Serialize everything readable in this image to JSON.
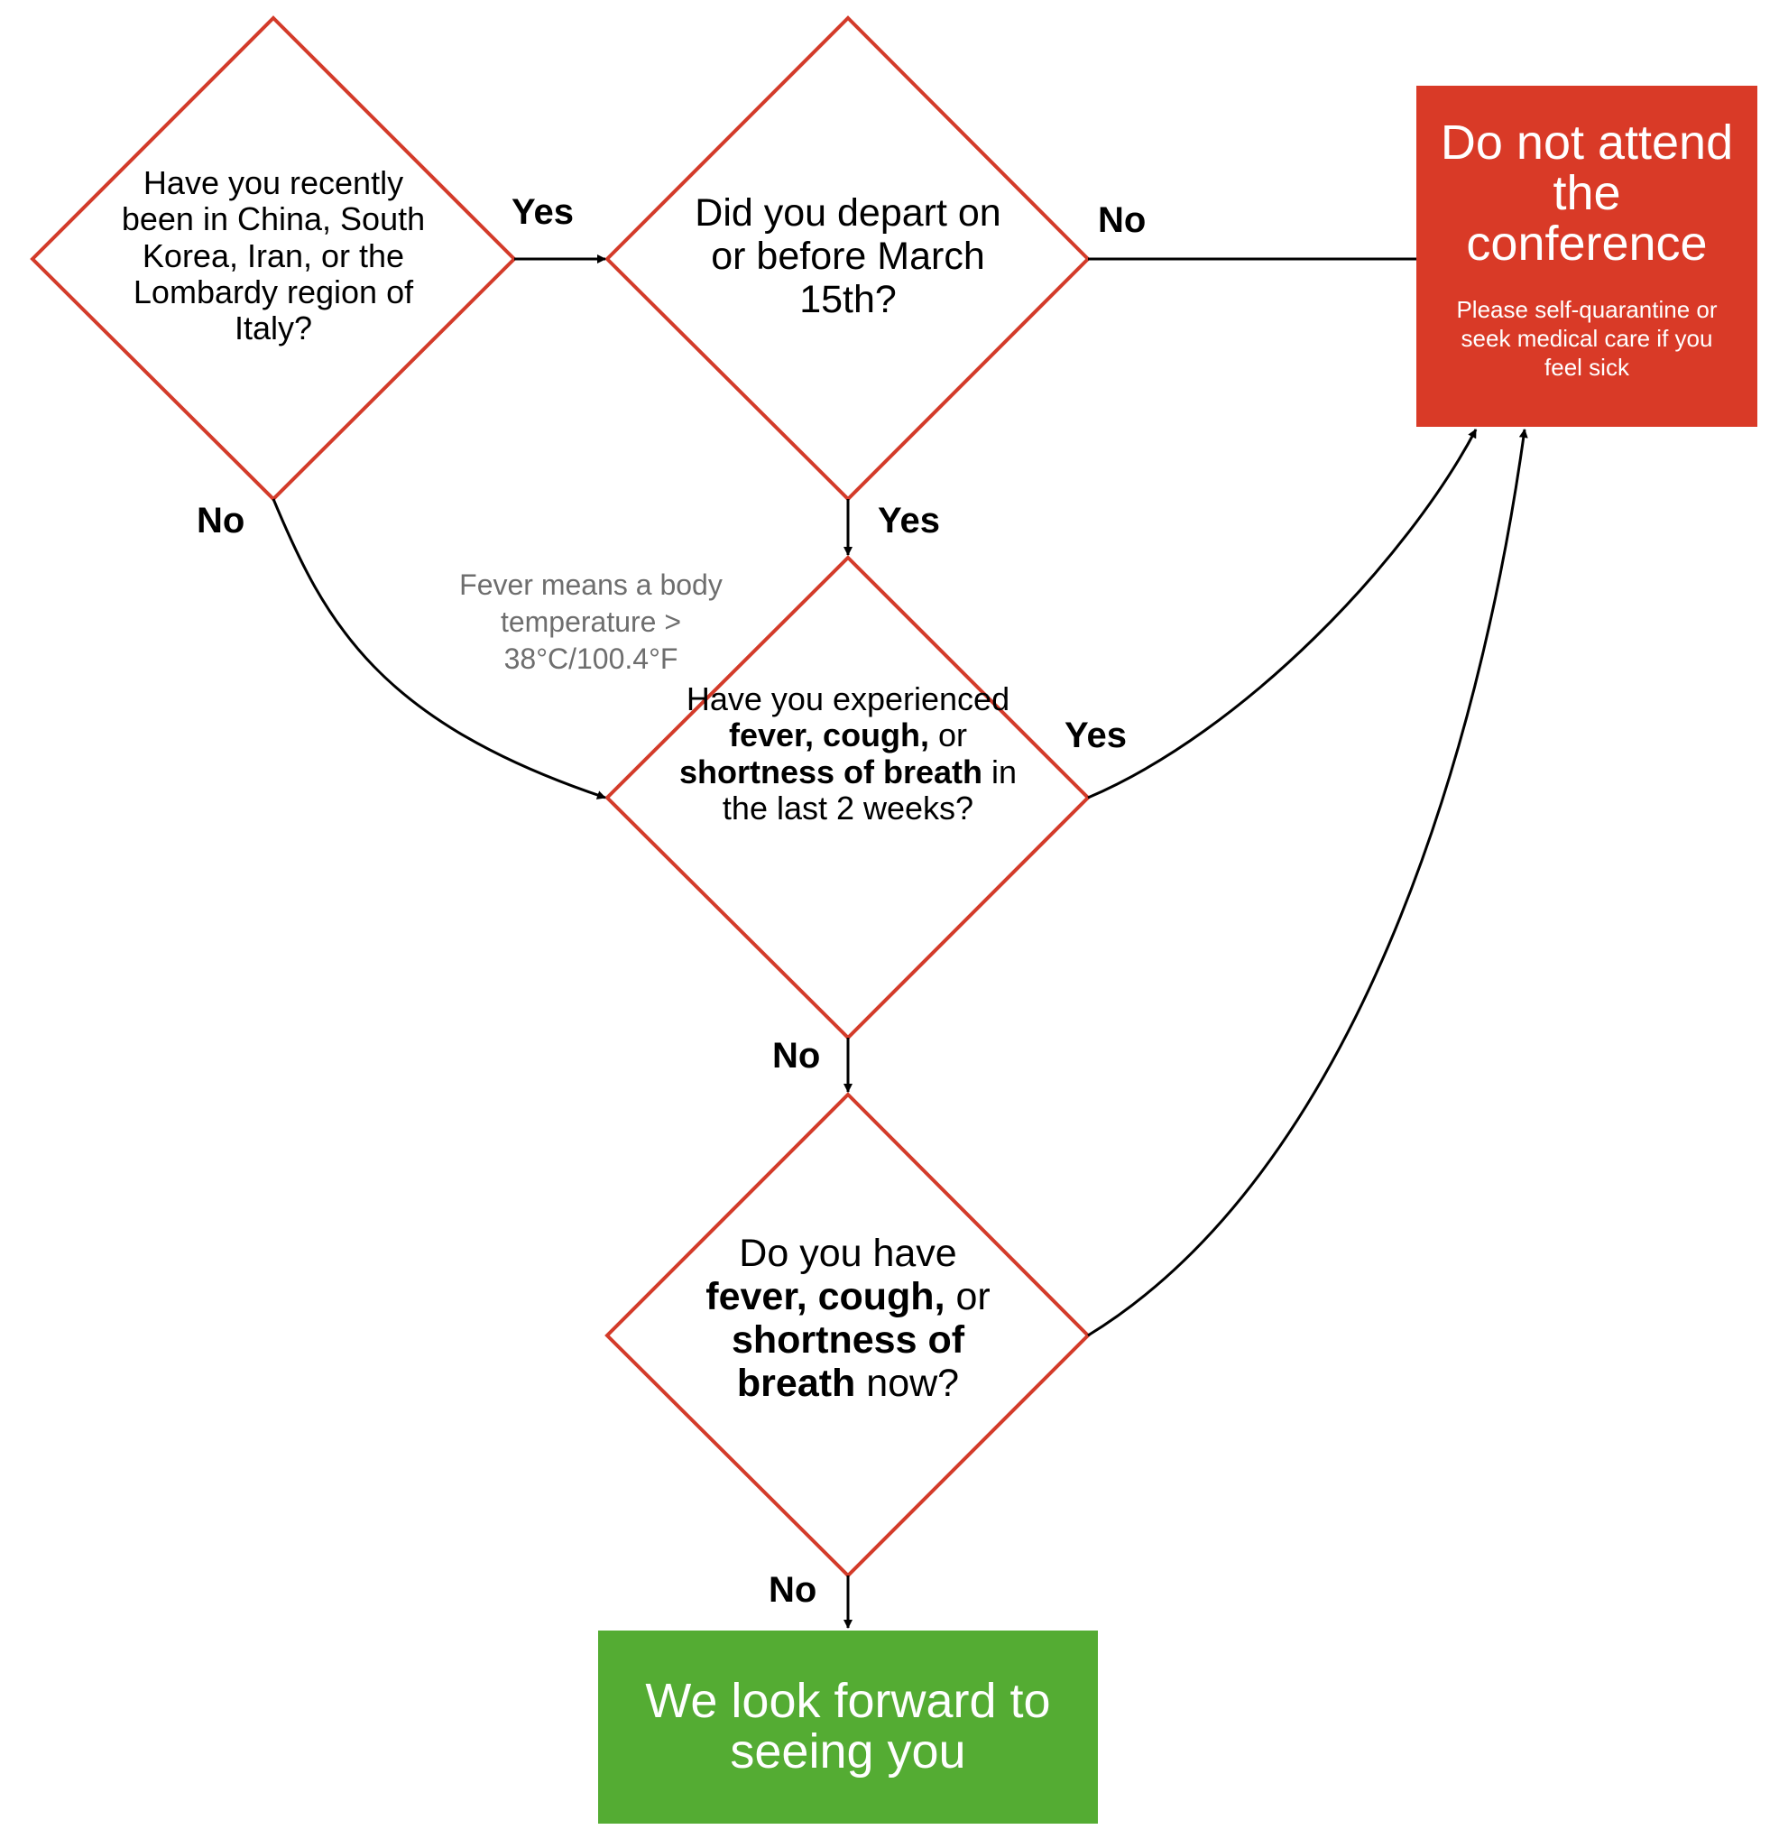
{
  "colors": {
    "diamond_stroke": "#d33b2a",
    "stop_box": "#d93a27",
    "go_box": "#54ac33",
    "connector": "#000000",
    "note_text": "#6e6e6e"
  },
  "nodes": {
    "q_travel": {
      "text": "Have you recently been in China, South Korea, Iran, or the Lombardy region of Italy?"
    },
    "q_departure": {
      "text": "Did you depart on or before March 15th?"
    },
    "q_past_symptoms": {
      "part1": "Have you experienced ",
      "b1": "fever,",
      "part2": " ",
      "b2": "cough,",
      "part3": " or ",
      "b3": "shortness of breath",
      "part4": " in the last 2 weeks?"
    },
    "q_current_symptoms": {
      "part1": "Do you have ",
      "b1": "fever, cough,",
      "part2": " or ",
      "b2": "shortness",
      "part3": " ",
      "b3": "of breath",
      "part4": " now?"
    },
    "stop_box": {
      "title": "Do not attend the conference",
      "subtitle": "Please self-quarantine or seek medical care if you feel sick"
    },
    "go_box": {
      "title": "We look forward to seeing you"
    }
  },
  "edge_labels": {
    "travel_yes": "Yes",
    "travel_no": "No",
    "departure_no": "No",
    "departure_yes": "Yes",
    "past_yes": "Yes",
    "past_no": "No",
    "current_no": "No"
  },
  "fever_note": "Fever means a body temperature > 38°C/100.4°F"
}
